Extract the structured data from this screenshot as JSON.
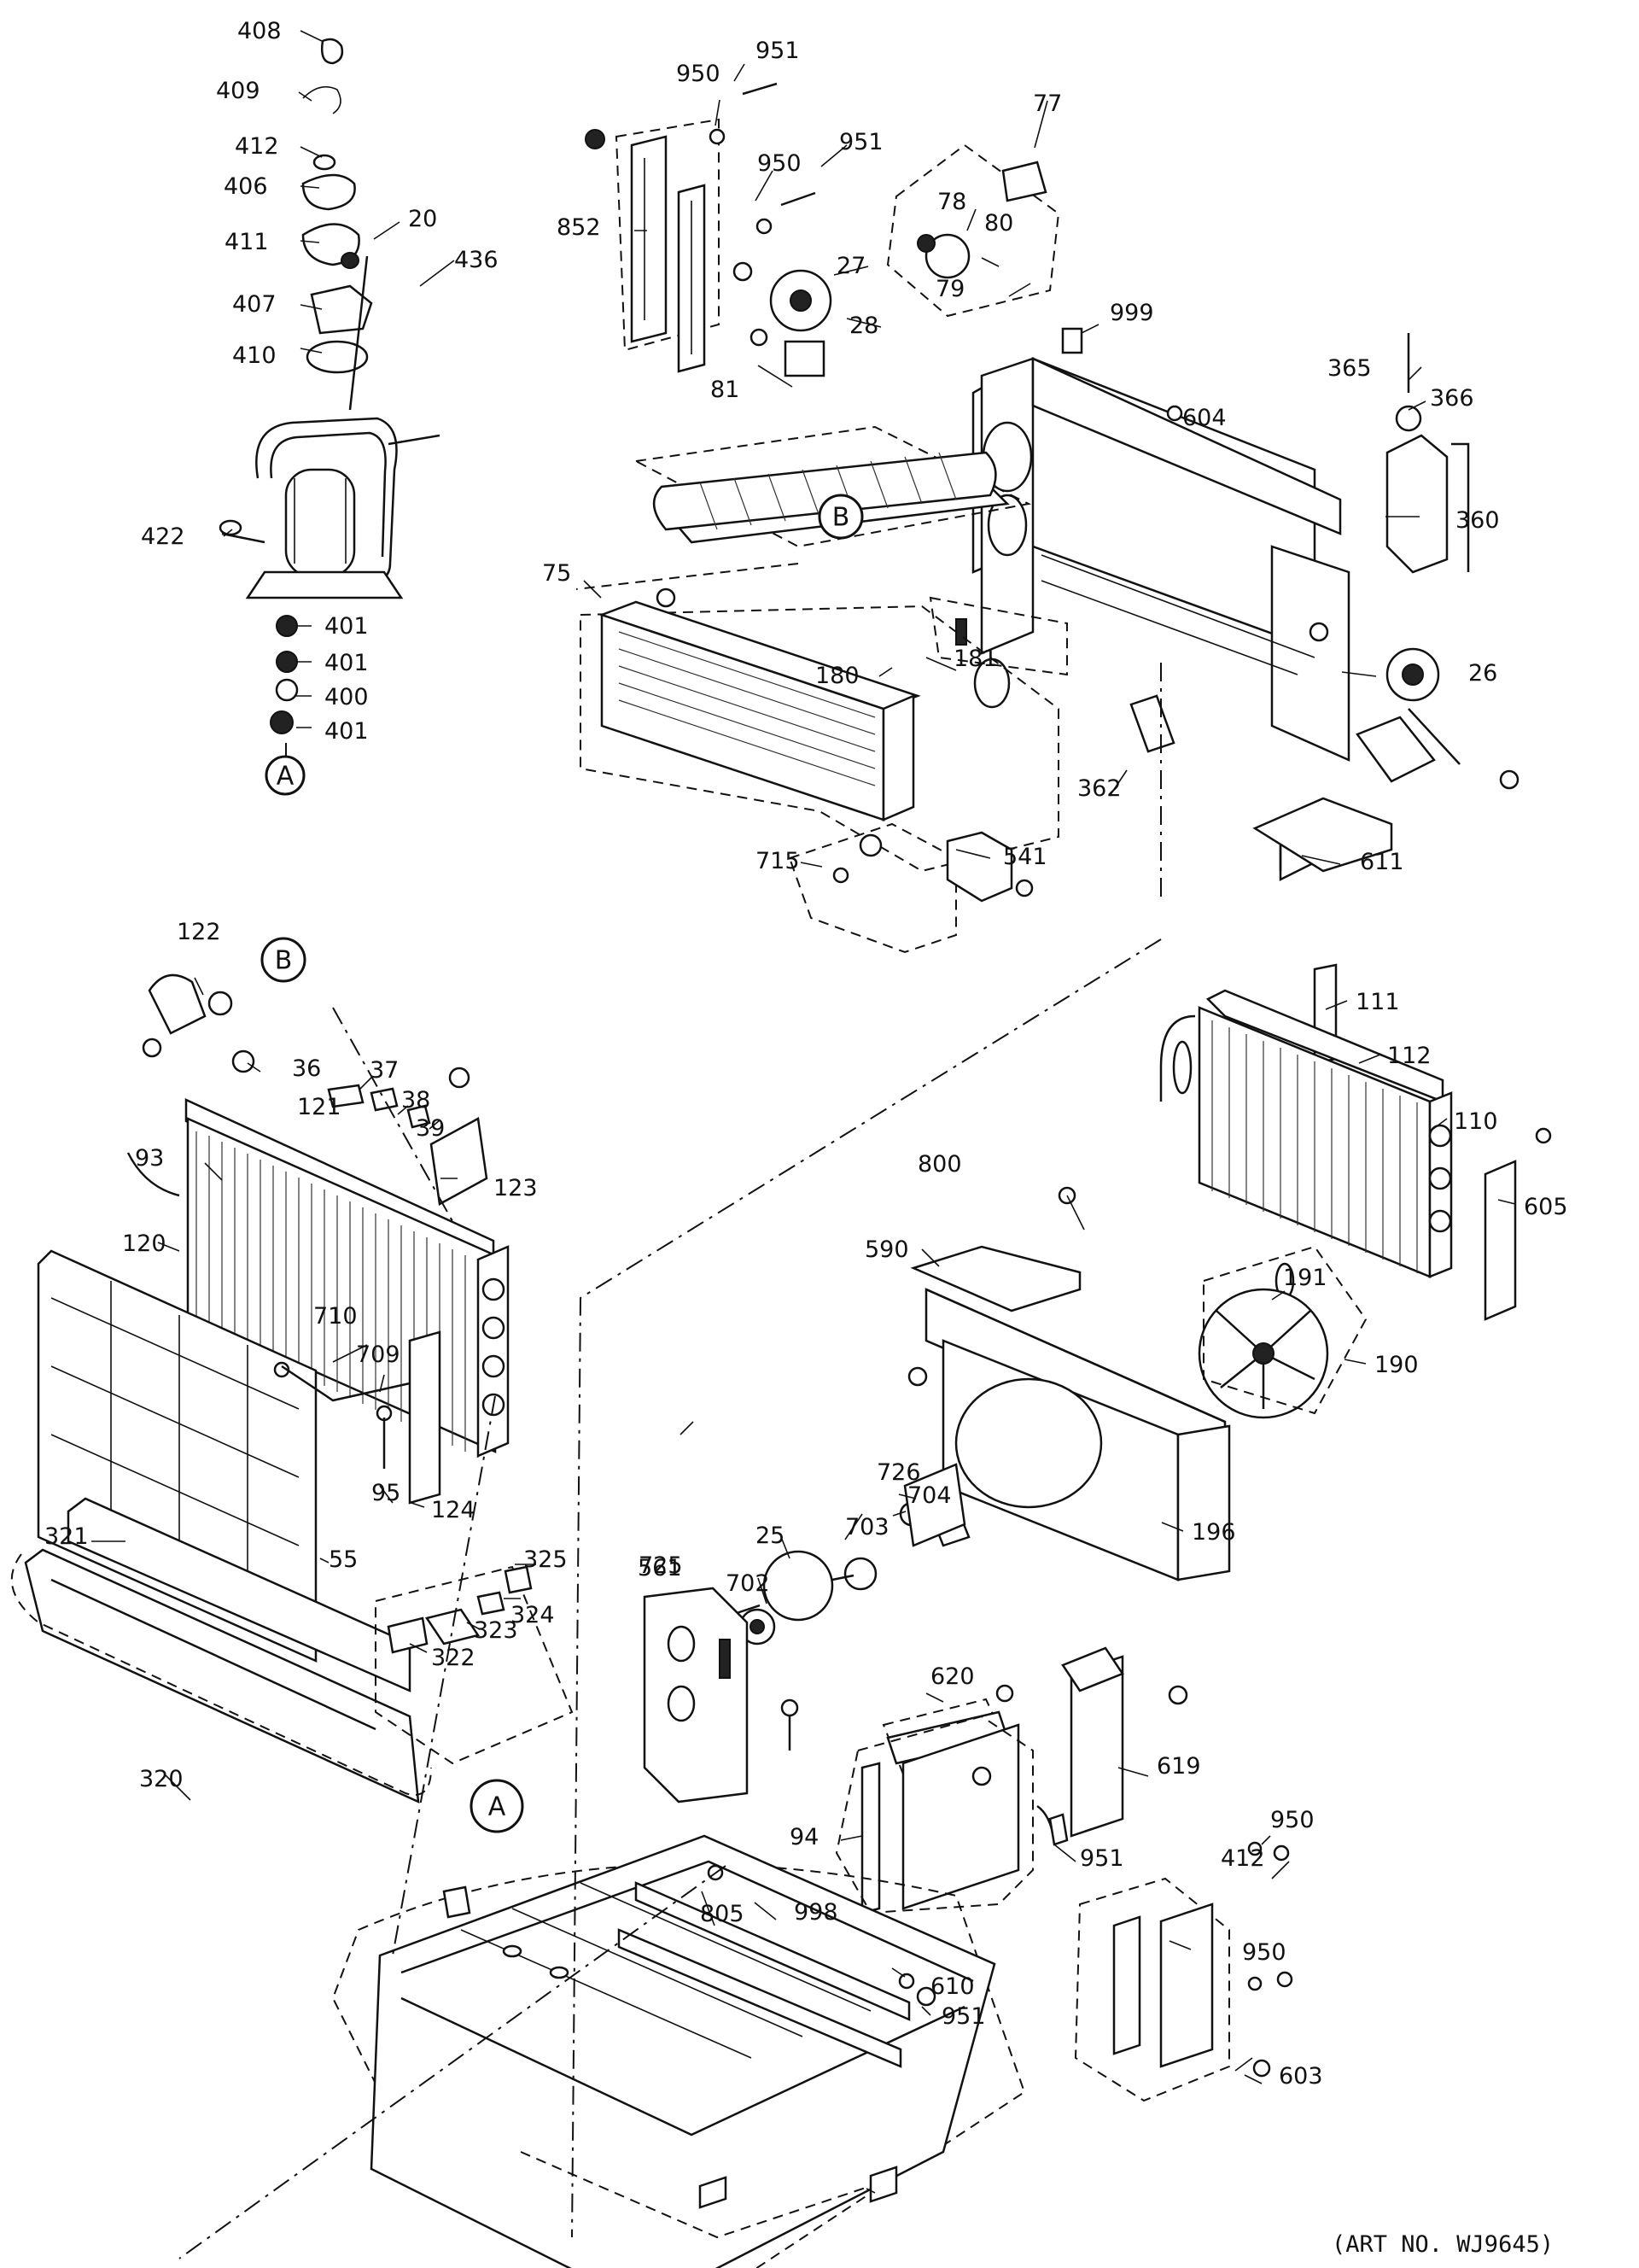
{
  "art_number": "(ART NO. WJ9645)",
  "callouts": [
    "A",
    "B",
    "B",
    "A"
  ],
  "part_labels": [
    "408",
    "409",
    "412",
    "406",
    "411",
    "20",
    "436",
    "407",
    "410",
    "422",
    "401",
    "401",
    "400",
    "401",
    "950",
    "951",
    "950",
    "951",
    "852",
    "77",
    "78",
    "80",
    "79",
    "27",
    "28",
    "81",
    "999",
    "365",
    "366",
    "604",
    "360",
    "75",
    "180",
    "181",
    "26",
    "362",
    "715",
    "541",
    "611",
    "122",
    "36",
    "37",
    "38",
    "39",
    "121",
    "93",
    "123",
    "120",
    "710",
    "709",
    "95",
    "124",
    "55",
    "321",
    "325",
    "323",
    "324",
    "322",
    "320",
    "111",
    "112",
    "110",
    "605",
    "800",
    "590",
    "191",
    "190",
    "196",
    "726",
    "704",
    "25",
    "703",
    "702",
    "725",
    "561",
    "620",
    "619",
    "94",
    "951",
    "950",
    "412",
    "805",
    "998",
    "610",
    "951",
    "950",
    "603"
  ]
}
